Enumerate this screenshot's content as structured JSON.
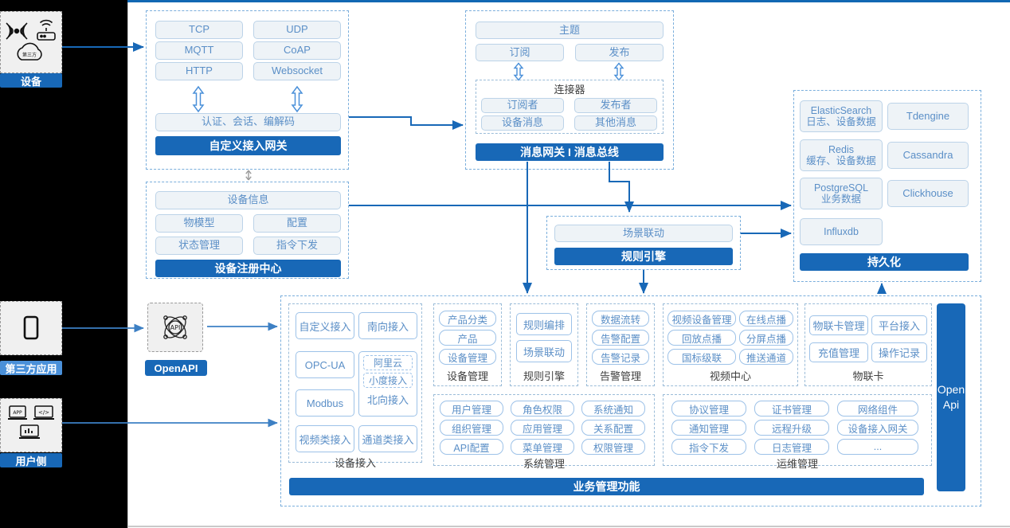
{
  "left_actors": [
    {
      "id": "device",
      "label": "设备",
      "icons": [
        "wifi-signal-icon",
        "router-icon",
        "cloud-icon"
      ],
      "label_style": "dark"
    },
    {
      "id": "third-party-app",
      "label": "第三方应用",
      "icons": [
        "mobile-phone-icon"
      ],
      "label_style": "mid"
    },
    {
      "id": "user-side",
      "label": "用户侧",
      "icons": [
        "app-window-icon",
        "code-window-icon",
        "chart-window-icon"
      ],
      "label_style": "dark"
    }
  ],
  "openapi_actor": {
    "label": "OpenAPI",
    "icon": "api-atom-icon"
  },
  "gateway": {
    "protocols": [
      "TCP",
      "UDP",
      "MQTT",
      "CoAP",
      "HTTP",
      "Websocket"
    ],
    "middle": "认证、会话、编解码",
    "bar": "自定义接入网关"
  },
  "message_bus": {
    "topic": "主题",
    "subscribe": "订阅",
    "publish": "发布",
    "connector_title": "连接器",
    "connector_items": [
      "订阅者",
      "发布者",
      "设备消息",
      "其他消息"
    ],
    "bar": "消息网关 I 消息总线"
  },
  "registry": {
    "info": "设备信息",
    "items": [
      "物模型",
      "配置",
      "状态管理",
      "指令下发"
    ],
    "bar": "设备注册中心"
  },
  "rule_engine": {
    "item": "场景联动",
    "bar": "规则引擎"
  },
  "persistence": {
    "left_items": [
      {
        "name": "ElasticSearch",
        "sub": "日志、设备数据"
      },
      {
        "name": "Redis",
        "sub": "缓存、设备数据"
      },
      {
        "name": "PostgreSQL",
        "sub": "业务数据"
      },
      {
        "name": "Influxdb",
        "sub": ""
      }
    ],
    "right_items": [
      "Tdengine",
      "Cassandra",
      "Clickhouse"
    ],
    "bar": "持久化"
  },
  "business": {
    "bar": "业务管理功能",
    "openapi_side": "Open\nApi",
    "openapi_line1": "Open",
    "openapi_line2": "Api",
    "device_access": {
      "title": "设备接入",
      "items": [
        "自定义接入",
        "南向接入",
        "OPC-UA",
        "Modbus",
        "视频类接入",
        "通道类接入"
      ],
      "northbound": {
        "label": "北向接入",
        "nested": [
          "阿里云",
          "小度接入"
        ]
      }
    },
    "groups_row1": [
      {
        "title": "设备管理",
        "items": [
          "产品分类",
          "产品",
          "设备管理"
        ]
      },
      {
        "title": "规则引擎",
        "items": [
          "规则编排",
          "场景联动"
        ]
      },
      {
        "title": "告警管理",
        "items": [
          "数据流转",
          "告警配置",
          "告警记录"
        ]
      },
      {
        "title": "视频中心",
        "items": [
          "视频设备管理",
          "在线点播",
          "回放点播",
          "分屏点播",
          "国标级联",
          "推送通道"
        ]
      },
      {
        "title": "物联卡",
        "items": [
          "物联卡管理",
          "平台接入",
          "充值管理",
          "操作记录"
        ]
      }
    ],
    "groups_row2": [
      {
        "title": "系统管理",
        "items": [
          "用户管理",
          "角色权限",
          "系统通知",
          "组织管理",
          "应用管理",
          "关系配置",
          "API配置",
          "菜单管理",
          "权限管理"
        ]
      },
      {
        "title": "运维管理",
        "items": [
          "协议管理",
          "证书管理",
          "网络组件",
          "通知管理",
          "远程升级",
          "设备接入网关",
          "指令下发",
          "日志管理",
          "..."
        ]
      }
    ]
  },
  "colors": {
    "accent": "#1868b7",
    "accent_light": "#4a90d9",
    "chip_fill": "#eef3f7",
    "chip_border": "#bcd3e8",
    "chip_text": "#5b8fc7",
    "dash_border": "#7aaedc",
    "rail": "#000000"
  }
}
